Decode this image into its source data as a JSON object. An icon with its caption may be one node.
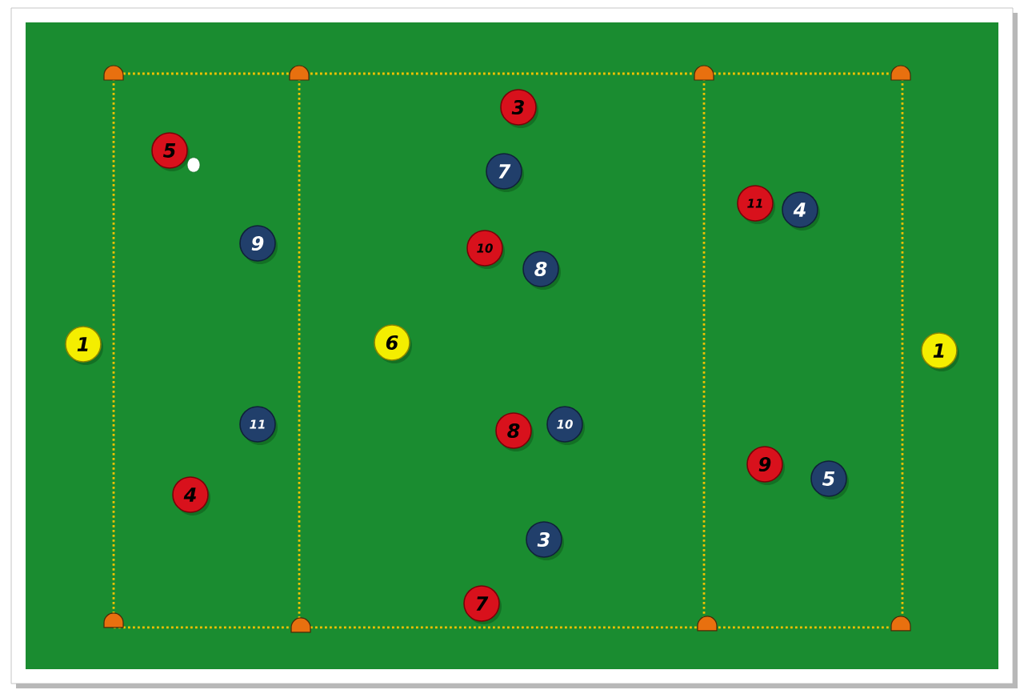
{
  "diagram": {
    "nodes": [
      {
        "text": [
          "3"
        ]
      },
      {
        "text": [
          "5"
        ]
      },
      {
        "text": [
          "7"
        ]
      },
      {
        "text": [
          "11"
        ]
      },
      {
        "text": [
          "4"
        ]
      },
      {
        "text": [
          "9"
        ]
      },
      {
        "text": [
          "10"
        ]
      },
      {
        "text": [
          "8"
        ]
      },
      {
        "text": [
          "1"
        ]
      },
      {
        "text": [
          "6"
        ]
      },
      {
        "text": [
          "1"
        ]
      },
      {
        "text": [
          "11"
        ]
      },
      {
        "text": [
          "8"
        ]
      },
      {
        "text": [
          "10"
        ]
      },
      {
        "text": [
          "9"
        ]
      },
      {
        "text": [
          "5"
        ]
      },
      {
        "text": [
          "4"
        ]
      },
      {
        "text": [
          "3"
        ]
      },
      {
        "text": [
          "7"
        ]
      }
    ]
  }
}
